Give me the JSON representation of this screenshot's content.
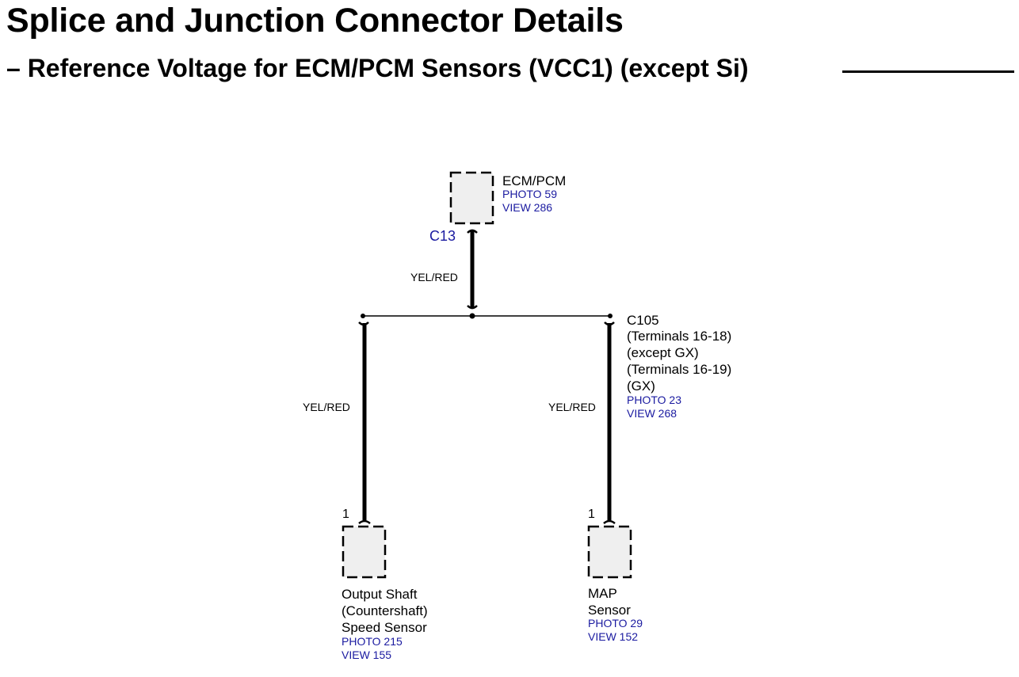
{
  "header": {
    "title": "Splice and Junction Connector Details",
    "subtitle": "– Reference Voltage for ECM/PCM Sensors (VCC1) (except Si)"
  },
  "components": {
    "ecm": {
      "name": "ECM/PCM",
      "photo": "PHOTO 59",
      "view": "VIEW 286",
      "connector": "C13"
    },
    "output_shaft": {
      "name_lines": [
        "Output Shaft",
        "(Countershaft)",
        "Speed Sensor"
      ],
      "photo": "PHOTO 215",
      "view": "VIEW 155",
      "pin": "1"
    },
    "map": {
      "name_lines": [
        "MAP",
        "Sensor"
      ],
      "photo": "PHOTO 29",
      "view": "VIEW 152",
      "pin": "1"
    }
  },
  "junction": {
    "id": "C105",
    "lines": [
      "(Terminals 16-18)",
      "(except GX)",
      "(Terminals 16-19)",
      "(GX)"
    ],
    "photo": "PHOTO 23",
    "view": "VIEW 268"
  },
  "wires": {
    "ecm_to_splice": "YEL/RED",
    "splice_to_output_shaft": "YEL/RED",
    "splice_to_map": "YEL/RED"
  },
  "colors": {
    "reference_text": "#1a1aa0",
    "component_fill": "#efefef"
  }
}
